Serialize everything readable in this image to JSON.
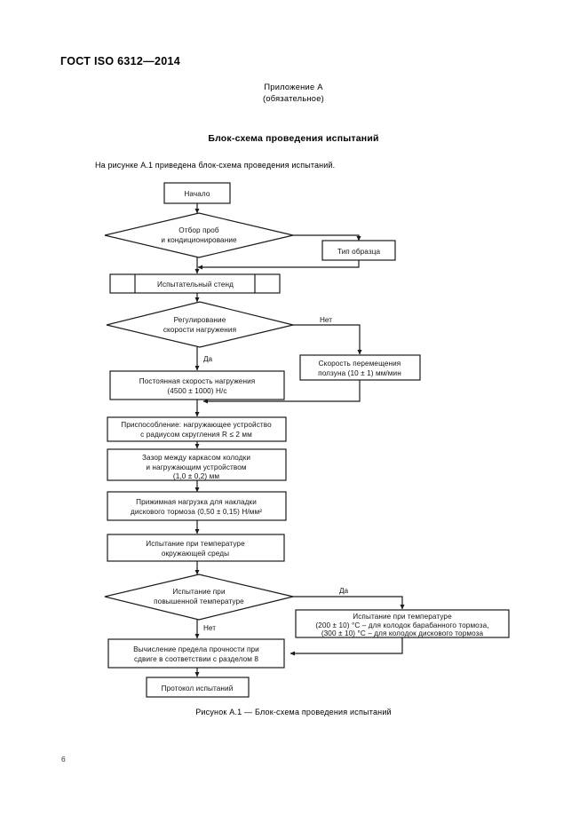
{
  "document": {
    "standard_header": "ГОСТ ISO 6312—2014",
    "annex_label": "Приложение А",
    "annex_note": "(обязательное)",
    "section_title": "Блок-схема проведения испытаний",
    "intro_text": "На рисунке А.1 приведена блок-схема проведения испытаний.",
    "figure_caption": "Рисунок  А.1 — Блок-схема проведения испытаний",
    "page_number": "6"
  },
  "colors": {
    "paper": "#ffffff",
    "ink": "#000000",
    "stroke": "#1a1a1a"
  },
  "flowchart": {
    "nodes": [
      {
        "id": "start",
        "type": "process",
        "lines": [
          "Начало"
        ]
      },
      {
        "id": "sampling",
        "type": "decision",
        "lines": [
          "Отбор проб",
          "и кондиционирование"
        ]
      },
      {
        "id": "sample-type",
        "type": "process",
        "lines": [
          "Тип образца"
        ]
      },
      {
        "id": "test-bench",
        "type": "predefined-process",
        "lines": [
          "Испытательный стенд"
        ]
      },
      {
        "id": "load-rate-control",
        "type": "decision",
        "lines": [
          "Регулирование",
          "скорости нагружения"
        ]
      },
      {
        "id": "ram-speed",
        "type": "process",
        "lines": [
          "Скорость перемещения",
          "ползуна (10 ± 1) мм/мин"
        ]
      },
      {
        "id": "constant-load-rate",
        "type": "process",
        "lines": [
          "Постоянная скорость нагружения",
          "(4500 ± 1000) Н/с"
        ]
      },
      {
        "id": "fixture",
        "type": "process",
        "lines": [
          "Приспособление: нагружающее устройство",
          "с радиусом скругления R ≤ 2 мм"
        ]
      },
      {
        "id": "clearance",
        "type": "process",
        "lines": [
          "Зазор между каркасом колодки",
          "и нагружающим устройством",
          "(1,0 ± 0,2) мм"
        ]
      },
      {
        "id": "clamp-load",
        "type": "process",
        "lines": [
          "Прижимная нагрузка для накладки",
          "дискового тормоза (0,50 ± 0,15) Н/мм²"
        ]
      },
      {
        "id": "ambient-test",
        "type": "process",
        "lines": [
          "Испытание при температуре",
          "окружающей среды"
        ]
      },
      {
        "id": "elevated-temp-decision",
        "type": "decision",
        "lines": [
          "Испытание при",
          "повышенной температуре"
        ]
      },
      {
        "id": "elevated-temp-test",
        "type": "process",
        "lines": [
          "Испытание при температуре",
          "(200 ± 10) °С – для колодок барабанного тормоза,",
          "(300 ± 10) °С – для колодок дискового тормоза"
        ]
      },
      {
        "id": "calc-shear",
        "type": "process",
        "lines": [
          "Вычисление предела прочности при",
          "сдвиге в соответствии с разделом 8"
        ]
      },
      {
        "id": "report",
        "type": "process",
        "lines": [
          "Протокол испытаний"
        ]
      }
    ],
    "branch_labels": {
      "load_rate_no": "Нет",
      "load_rate_yes": "Да",
      "elevated_yes": "Да",
      "elevated_no": "Нет"
    }
  }
}
